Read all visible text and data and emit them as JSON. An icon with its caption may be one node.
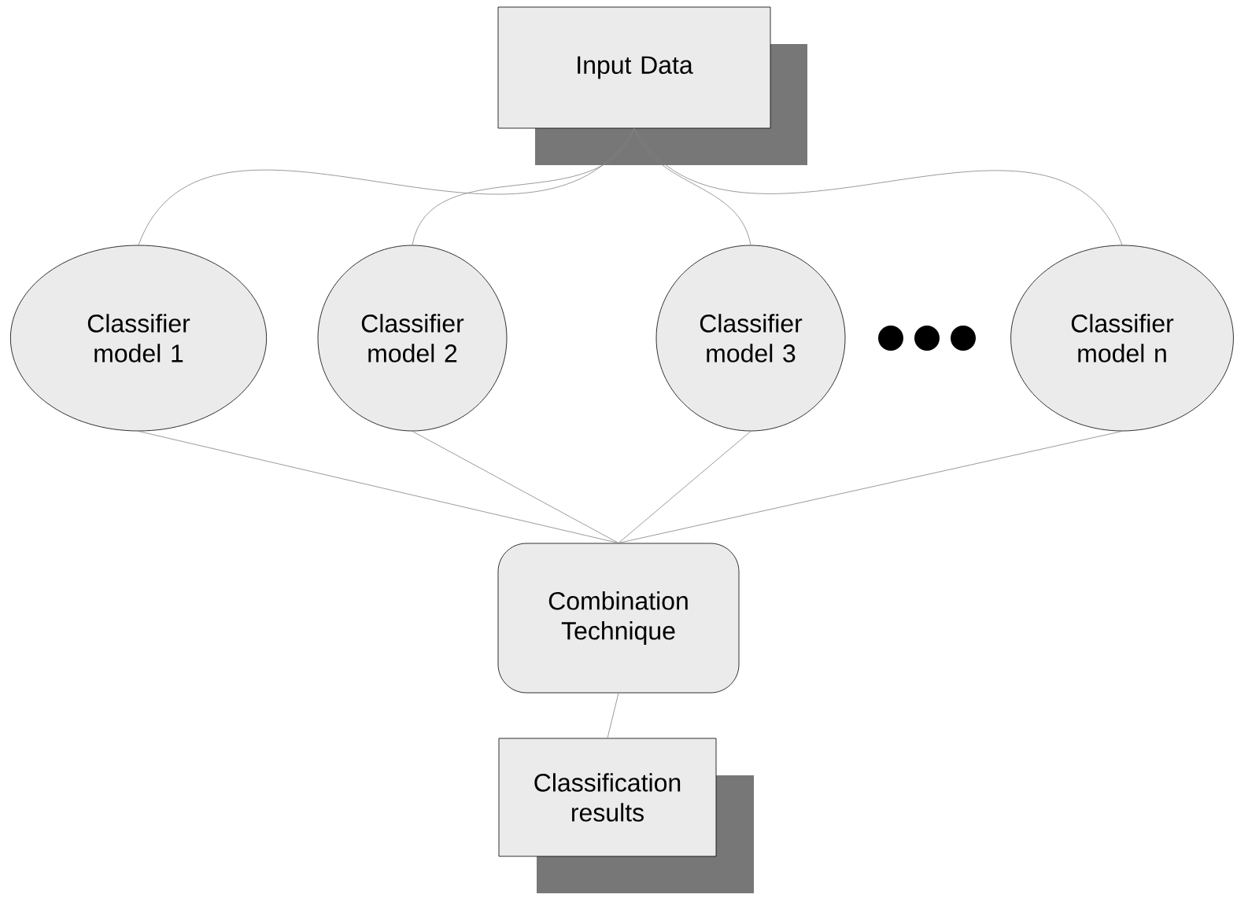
{
  "diagram": {
    "nodes": [
      {
        "text": [
          "Input Data"
        ]
      },
      {
        "text": [
          "Classifier model 1"
        ]
      },
      {
        "text": [
          "Classifier model 2"
        ]
      },
      {
        "text": [
          "Classifier model 3"
        ]
      },
      {
        "text": [
          "Classifier model n"
        ]
      },
      {
        "text": [
          "Combination Technique"
        ]
      },
      {
        "text": [
          "Classification results"
        ]
      }
    ],
    "edges": [
      {
        "from": 0,
        "to": 1,
        "arrow": "none"
      },
      {
        "from": 0,
        "to": 2,
        "arrow": "none"
      },
      {
        "from": 0,
        "to": 3,
        "arrow": "none"
      },
      {
        "from": 0,
        "to": 4,
        "arrow": "none"
      },
      {
        "from": 1,
        "to": 5,
        "arrow": "none"
      },
      {
        "from": 2,
        "to": 5,
        "arrow": "none"
      },
      {
        "from": 3,
        "to": 5,
        "arrow": "none"
      },
      {
        "from": 4,
        "to": 5,
        "arrow": "none"
      },
      {
        "from": 5,
        "to": 6,
        "arrow": "none"
      }
    ]
  }
}
